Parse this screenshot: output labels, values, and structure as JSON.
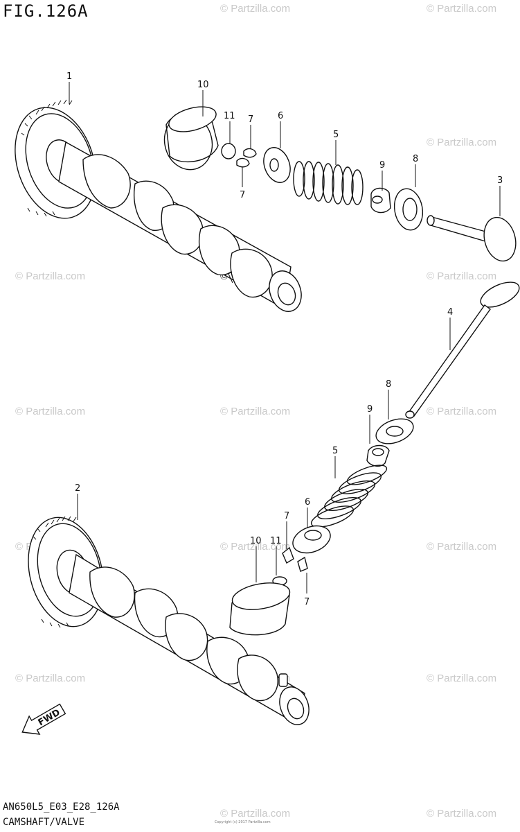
{
  "figure": {
    "title": "FIG.126A",
    "model_code": "AN650L5_E03_E28_126A",
    "caption": "CAMSHAFT/VALVE",
    "copyright_note": "Copyright (c) 2017 Partzilla.com"
  },
  "watermark": {
    "text": "© Partzilla.com",
    "center_text": "© Partzilla.com"
  },
  "fwd_label": "FWD",
  "callouts": {
    "c1": "1",
    "c2": "2",
    "c3": "3",
    "c4": "4",
    "top_10": "10",
    "top_11": "11",
    "top_7a": "7",
    "top_7b": "7",
    "top_6": "6",
    "top_5": "5",
    "top_9": "9",
    "top_8": "8",
    "bot_8": "8",
    "bot_9": "9",
    "bot_5": "5",
    "bot_6": "6",
    "bot_7a": "7",
    "bot_7b": "7",
    "bot_10": "10",
    "bot_11": "11"
  },
  "colors": {
    "line": "#111111",
    "watermark": "#c9c9c9"
  }
}
